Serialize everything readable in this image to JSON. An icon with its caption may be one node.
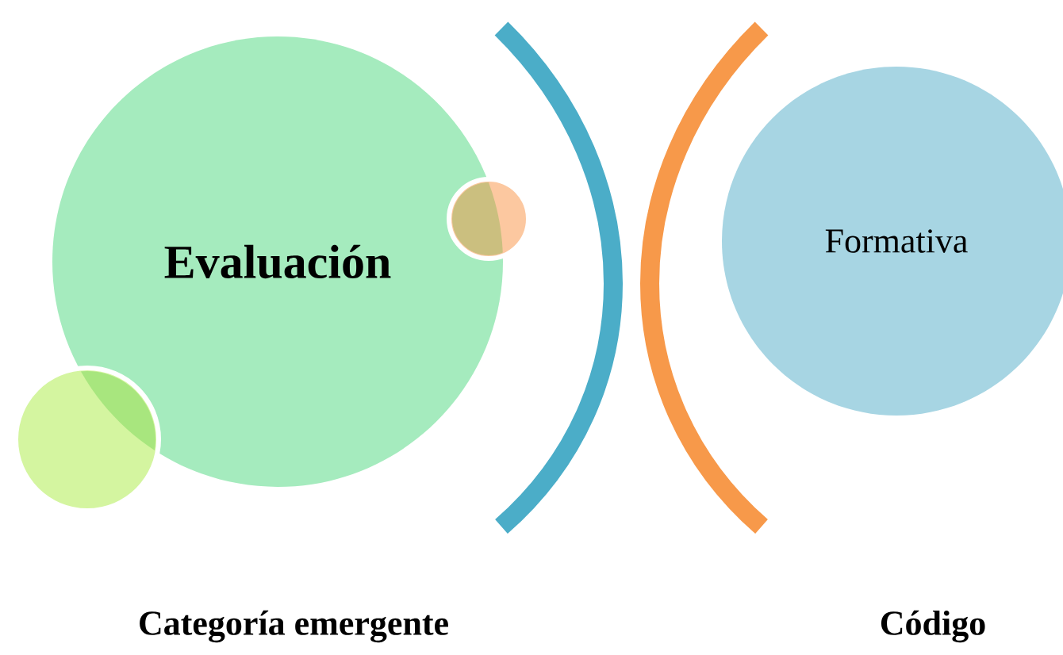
{
  "diagram": {
    "nodes": [
      {
        "text": [
          "Evaluación"
        ]
      },
      {
        "text": [],
        "shape": "circle"
      },
      {
        "text": [],
        "shape": "circle"
      },
      {
        "text": [
          "Formativa"
        ]
      }
    ],
    "labels": [
      "Categoría emergente",
      "Código"
    ]
  }
}
